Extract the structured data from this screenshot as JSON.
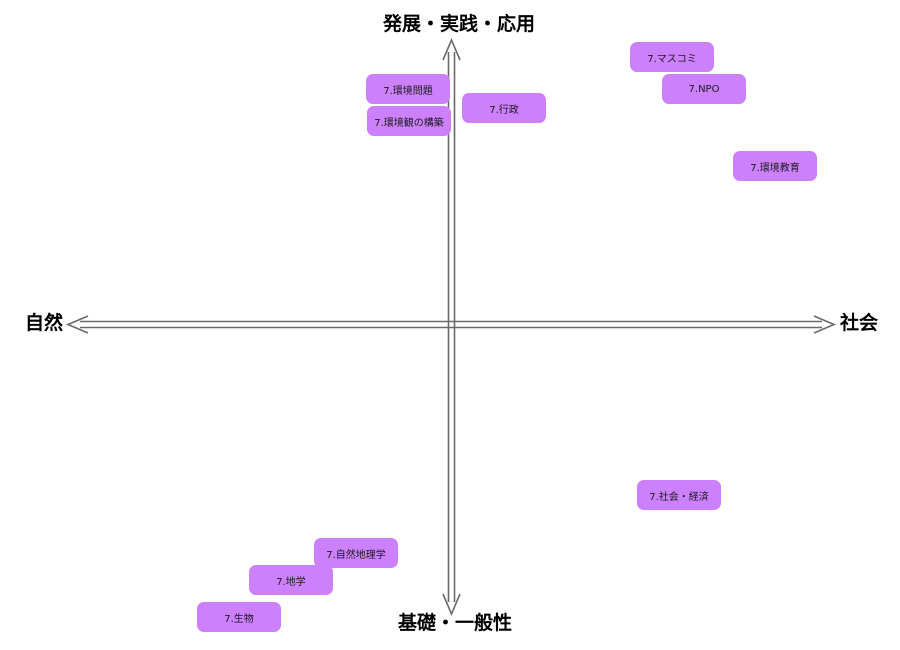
{
  "axes": {
    "top": "発展・実践・応用",
    "bottom": "基礎・一般性",
    "left": "自然",
    "right": "社会"
  },
  "nodes": [
    {
      "label": "7.環境問題"
    },
    {
      "label": "7.環境観の構築"
    },
    {
      "label": "7.行政"
    },
    {
      "label": "7.マスコミ"
    },
    {
      "label": "7.NPO"
    },
    {
      "label": "7.環境教育"
    },
    {
      "label": "7.社会・経済"
    },
    {
      "label": "7.自然地理学"
    },
    {
      "label": "7.地学"
    },
    {
      "label": "7.生物"
    }
  ],
  "colors": {
    "node_fill": "#cc80fc",
    "axis_stroke": "#666666"
  }
}
